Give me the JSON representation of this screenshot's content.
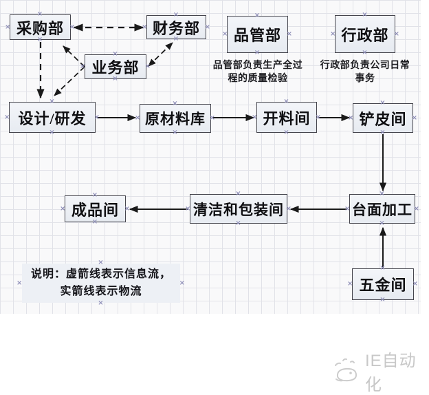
{
  "diagram": {
    "nodes": {
      "purchasing": {
        "label": "采购部"
      },
      "finance": {
        "label": "财务部"
      },
      "quality": {
        "label": "品管部"
      },
      "admin": {
        "label": "行政部"
      },
      "business": {
        "label": "业务部"
      },
      "design": {
        "label": "设计/研发"
      },
      "raw_material": {
        "label": "原材料库"
      },
      "cutting": {
        "label": "开料间"
      },
      "skiving": {
        "label": "铲皮间"
      },
      "finished": {
        "label": "成品间"
      },
      "cleaning_packing": {
        "label": "清洁和包装间"
      },
      "tabletop": {
        "label": "台面加工"
      },
      "hardware": {
        "label": "五金间"
      }
    },
    "captions": {
      "quality_caption": "品管部负责生产全过程的质量检验",
      "admin_caption": "行政部负责公司日常事务"
    },
    "legend": {
      "line1": "说明：虚箭线表示信息流，",
      "line2": "实箭线表示物流"
    },
    "arrow_semantics": {
      "dashed": "信息流",
      "solid": "物流"
    }
  },
  "watermark": {
    "brand": "IE自动化"
  },
  "icons": {
    "connection_mark": "×",
    "watermark_logo": "doodle-sketch-icon"
  },
  "colors": {
    "node_fill": "#ebeef4",
    "node_border": "#45454d",
    "arrow": "#1a1a1a",
    "grid": "#d7d9e1",
    "connection_mark": "#8f8fb8",
    "legend_fill": "#edf0f5",
    "watermark": "#c8c8c8"
  }
}
